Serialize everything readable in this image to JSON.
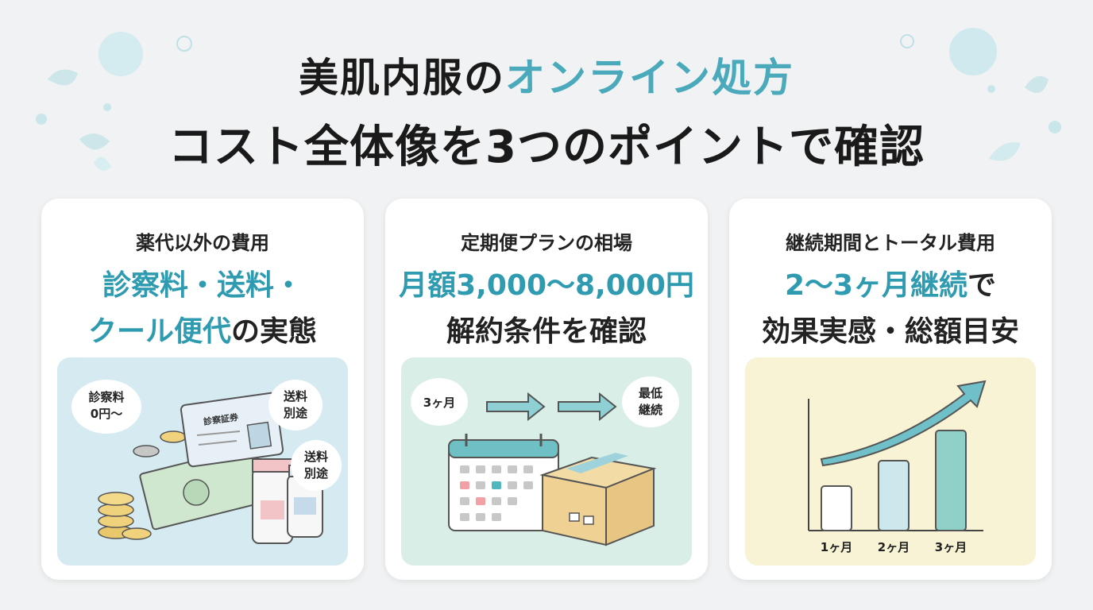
{
  "header": {
    "line1_dark": "美肌内服の",
    "line1_accent": "オンライン処方",
    "line2": "コスト全体像を3つのポイントで確認"
  },
  "cards": [
    {
      "subtitle": "薬代以外の費用",
      "line1_teal": "診察料・送料・",
      "line2_teal": "クール便代",
      "line2_dark": "の実態",
      "bubbles": [
        "診察料",
        "0円〜",
        "送料",
        "別途",
        "送料",
        "別途"
      ],
      "card_label": "診察証券"
    },
    {
      "subtitle": "定期便プランの相場",
      "line1_teal": "月額3,000〜8,000円",
      "line2_dark": "解約条件を確認",
      "bubble_left": "3ヶ月",
      "bubble_right": [
        "最低",
        "継続"
      ]
    },
    {
      "subtitle": "継続期間とトータル費用",
      "line1_teal": "2〜3ヶ月継続",
      "line1_dark": "で",
      "line2_dark": "効果実感・総額目安",
      "bar_labels": [
        "1ヶ月",
        "2ヶ月",
        "3ヶ月"
      ]
    }
  ],
  "colors": {
    "teal": "#2f9bb0",
    "title_accent": "#4aaabb",
    "card1_bg": "#d6eaf1",
    "card2_bg": "#d8eee6",
    "card3_bg": "#f7f3d4"
  }
}
